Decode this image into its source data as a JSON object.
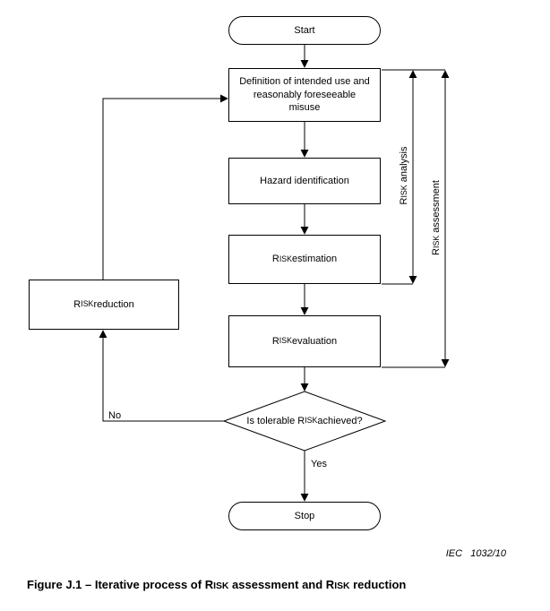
{
  "diagram": {
    "nodes": {
      "start": "Start",
      "definition": "Definition of intended use and reasonably foreseeable misuse",
      "hazard": "Hazard identification",
      "estimation": "RISK estimation",
      "evaluation": "RISK evaluation",
      "decision": "Is tolerable RISK achieved?",
      "stop": "Stop",
      "reduction": "RISK reduction"
    },
    "edge_labels": {
      "yes": "Yes",
      "no": "No"
    },
    "brackets": {
      "analysis": "RISK analysis",
      "assessment": "RISK assessment"
    },
    "footnote": "IEC   1032/10",
    "caption": "Figure J.1 – Iterative process of RISK assessment and RISK reduction",
    "line_color": "#000000"
  }
}
